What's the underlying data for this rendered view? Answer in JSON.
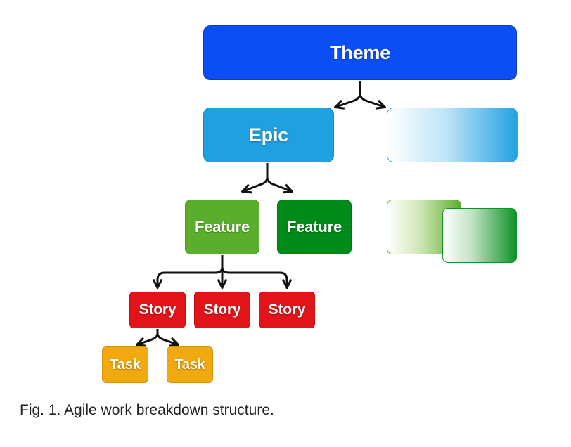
{
  "diagram": {
    "theme_label": "Theme",
    "epic_label": "Epic",
    "feature_1_label": "Feature",
    "feature_2_label": "Feature",
    "story_1_label": "Story",
    "story_2_label": "Story",
    "story_3_label": "Story",
    "task_1_label": "Task",
    "task_2_label": "Task"
  },
  "caption": "Fig. 1. Agile work breakdown structure.",
  "colors": {
    "theme": "#0b4ef3",
    "epic": "#1fa0e0",
    "feature_light": "#5aae2b",
    "feature_dark": "#008a1a",
    "story": "#e2141a",
    "task": "#f2a80f",
    "connector": "#111111"
  }
}
